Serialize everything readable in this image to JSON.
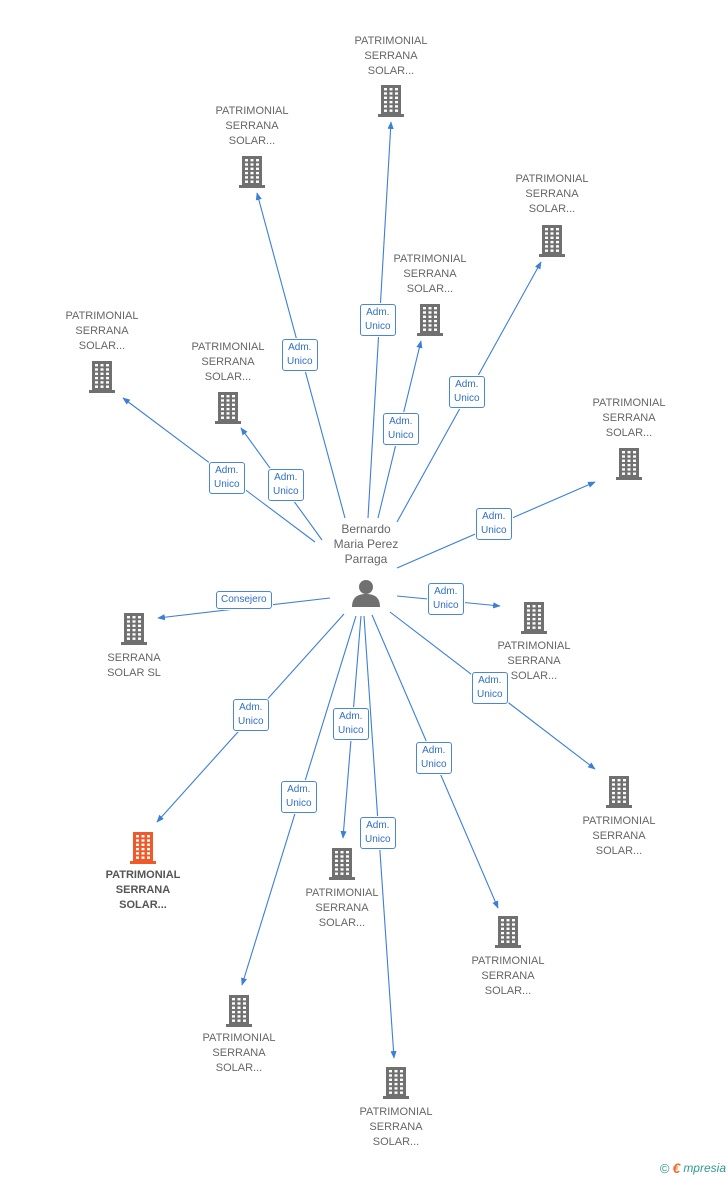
{
  "colors": {
    "edge": "#3c7fd6",
    "building": "#707070",
    "building_highlight": "#f05a28",
    "badge_text": "#2f6fc4",
    "label": "#666666"
  },
  "center": {
    "name": "Bernardo\nMaria Perez\nParraga",
    "icon": "person-icon"
  },
  "companies": [
    {
      "id": "c1",
      "label": "PATRIMONIAL\nSERRANA\nSOLAR...",
      "icon": "building-icon",
      "highlight": false,
      "role": "Adm.\nUnico"
    },
    {
      "id": "c2",
      "label": "PATRIMONIAL\nSERRANA\nSOLAR...",
      "icon": "building-icon",
      "highlight": false,
      "role": "Adm.\nUnico"
    },
    {
      "id": "c3",
      "label": "PATRIMONIAL\nSERRANA\nSOLAR...",
      "icon": "building-icon",
      "highlight": false,
      "role": "Adm.\nUnico"
    },
    {
      "id": "c4",
      "label": "PATRIMONIAL\nSERRANA\nSOLAR...",
      "icon": "building-icon",
      "highlight": false,
      "role": "Adm.\nUnico"
    },
    {
      "id": "c5",
      "label": "PATRIMONIAL\nSERRANA\nSOLAR...",
      "icon": "building-icon",
      "highlight": false,
      "role": "Adm.\nUnico"
    },
    {
      "id": "c6",
      "label": "PATRIMONIAL\nSERRANA\nSOLAR...",
      "icon": "building-icon",
      "highlight": false,
      "role": "Adm.\nUnico"
    },
    {
      "id": "c7",
      "label": "PATRIMONIAL\nSERRANA\nSOLAR...",
      "icon": "building-icon",
      "highlight": false,
      "role": "Adm.\nUnico"
    },
    {
      "id": "c8",
      "label": "PATRIMONIAL\nSERRANA\nSOLAR...",
      "icon": "building-icon",
      "highlight": false,
      "role": "Adm.\nUnico"
    },
    {
      "id": "c9",
      "label": "SERRANA\nSOLAR SL",
      "icon": "building-icon",
      "highlight": false,
      "role": "Consejero"
    },
    {
      "id": "c10",
      "label": "PATRIMONIAL\nSERRANA\nSOLAR...",
      "icon": "building-icon",
      "highlight": false,
      "role": "Adm.\nUnico"
    },
    {
      "id": "c11",
      "label": "PATRIMONIAL\nSERRANA\nSOLAR...",
      "icon": "building-icon",
      "highlight": false,
      "role": "Adm.\nUnico"
    },
    {
      "id": "c12",
      "label": "PATRIMONIAL\nSERRANA\nSOLAR...",
      "icon": "building-icon",
      "highlight": true,
      "role": "Adm.\nUnico"
    },
    {
      "id": "c13",
      "label": "PATRIMONIAL\nSERRANA\nSOLAR...",
      "icon": "building-icon",
      "highlight": false,
      "role": "Adm.\nUnico"
    },
    {
      "id": "c14",
      "label": "PATRIMONIAL\nSERRANA\nSOLAR...",
      "icon": "building-icon",
      "highlight": false,
      "role": "Adm.\nUnico"
    },
    {
      "id": "c15",
      "label": "PATRIMONIAL\nSERRANA\nSOLAR...",
      "icon": "building-icon",
      "highlight": false,
      "role": "Adm.\nUnico"
    },
    {
      "id": "c16",
      "label": "PATRIMONIAL\nSERRANA\nSOLAR...",
      "icon": "building-icon",
      "highlight": false,
      "role": "Adm.\nUnico"
    }
  ],
  "brand": {
    "copyright": "©",
    "e": "€",
    "rest": "mpresia"
  }
}
